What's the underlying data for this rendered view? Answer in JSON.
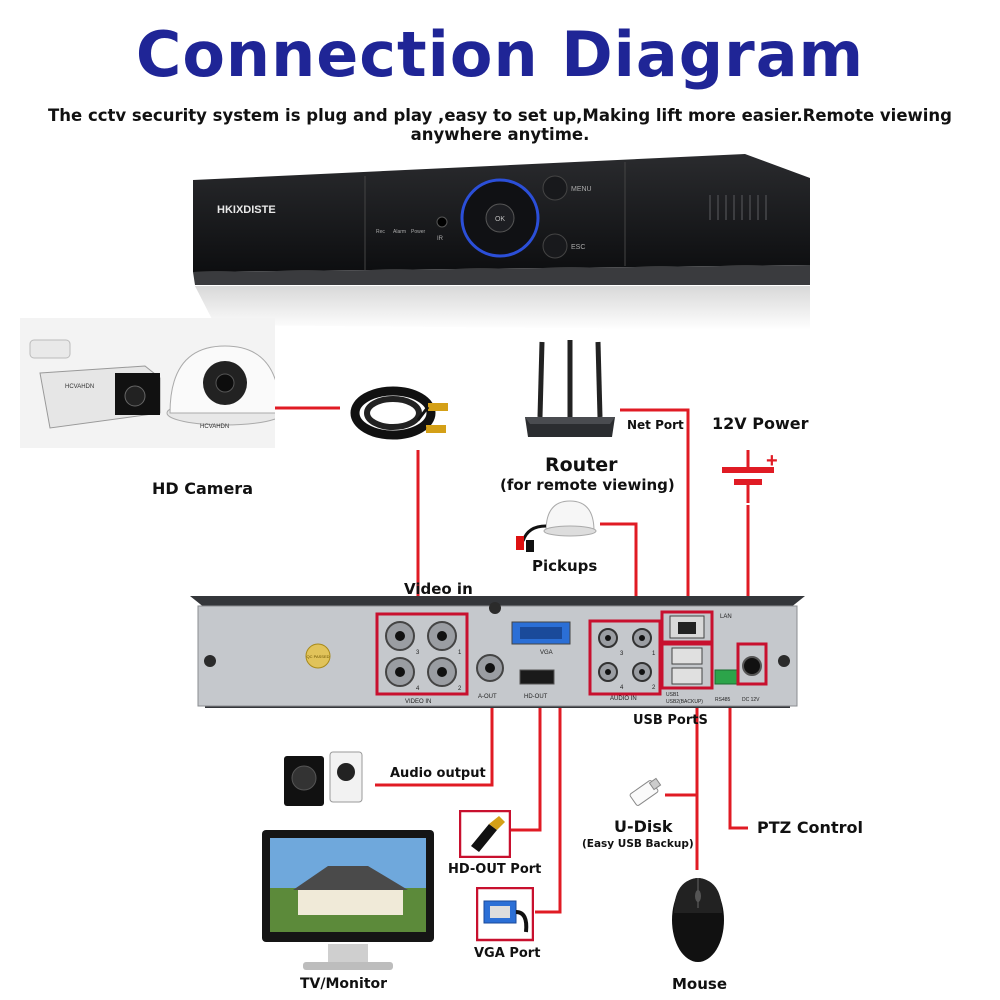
{
  "title": "Connection Diagram",
  "subtitle": "The cctv security system is plug and play ,easy to set up,Making lift more easier.Remote viewing anywhere anytime.",
  "dvr_front": {
    "brand": "HKIXDISTE",
    "ok_label": "OK",
    "menu_label": "MENU",
    "esc_label": "ESC",
    "ir_label": "IR",
    "led_labels": [
      "Rec",
      "Alarm",
      "Power"
    ]
  },
  "camera": {
    "label": "HD Camera",
    "brand": "HCVAHDN"
  },
  "router": {
    "label": "Router",
    "sublabel": "(for remote viewing)",
    "port_label": "Net Port"
  },
  "power": {
    "label": "12V Power",
    "plus_sign": "+"
  },
  "pickups": {
    "label": "Pickups"
  },
  "back_panel": {
    "video_in_label": "Video in",
    "video_in_port_text": "VIDEO IN",
    "video_numbers": [
      "3",
      "1",
      "4",
      "2"
    ],
    "aout_text": "A-OUT",
    "vga_text": "VGA",
    "hdout_text": "HD-OUT",
    "audio_in_text": "AUDIO IN",
    "audio_numbers": [
      "3",
      "1",
      "4",
      "2"
    ],
    "lan_text": "LAN",
    "usb1_text": "USB1",
    "usb2_text": "USB2(BACKUP)",
    "rs485_text": "RS485",
    "dc_text": "DC 12V",
    "usb_ports_label": "USB PortS",
    "seal_text": "QC PASSED"
  },
  "outputs": {
    "audio_output": "Audio output",
    "hdout_port": "HD-OUT Port",
    "vga_port": "VGA Port",
    "tv_monitor": "TV/Monitor",
    "udisk": "U-Disk",
    "udisk_sub": "(Easy USB Backup)",
    "ptz_control": "PTZ Control",
    "mouse": "Mouse"
  },
  "colors": {
    "title": "#1f2596",
    "wire": "#e01b24",
    "panel": "#c5c8cc",
    "box": "#c8102e"
  }
}
